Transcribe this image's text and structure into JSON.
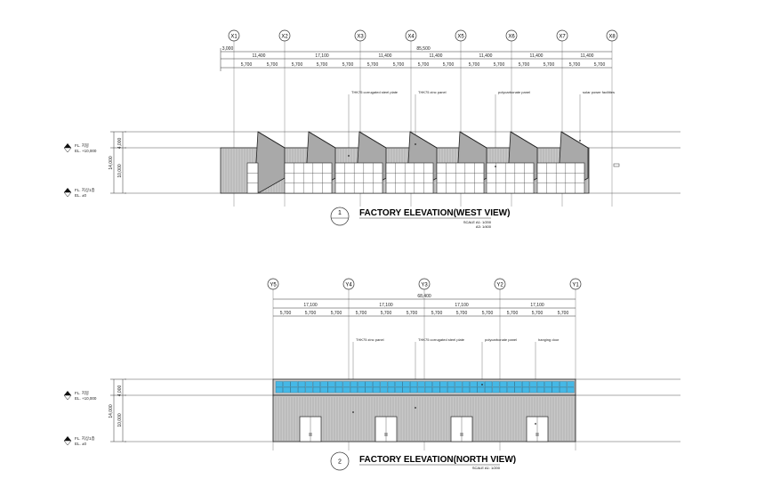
{
  "sheet": {
    "drawings": [
      {
        "number": "1",
        "title": "FACTORY ELEVATION(WEST VIEW)",
        "scale_lines": [
          "SCALE A1: 1/200",
          "A3: 1/400"
        ],
        "grid_labels": [
          "X1",
          "X2",
          "X3",
          "X4",
          "X5",
          "X6",
          "X7",
          "X8"
        ],
        "overall_dim": "85,500",
        "left_dim": "3,000",
        "mid_dims": [
          "11,400",
          "17,100",
          "11,400",
          "11,400",
          "11,400",
          "11,400",
          "11,400"
        ],
        "small_dim": "5,700",
        "notes": [
          "THK75 corrugated steel plate",
          "THK75 zinc panel",
          "polycarbonate panel",
          "solar power facilities"
        ],
        "levels": [
          {
            "name": "FL. 지붕",
            "el": "EL. +10,000"
          },
          {
            "name": "FL. 지상1층",
            "el": "EL. ±0"
          }
        ],
        "vertical_dims": [
          "4,000",
          "10,000",
          "14,000"
        ]
      },
      {
        "number": "2",
        "title": "FACTORY ELEVATION(NORTH VIEW)",
        "scale_lines": [
          "SCALE A1: 1/200"
        ],
        "grid_labels": [
          "Y5",
          "Y4",
          "Y3",
          "Y2",
          "Y1"
        ],
        "overall_dim": "68,400",
        "mid_dims": [
          "17,100",
          "17,100",
          "17,100",
          "17,100"
        ],
        "small_dim": "5,700",
        "notes": [
          "THK75 zinc panel",
          "THK75 corrugated steel plate",
          "polycarbonate panel",
          "hanging door"
        ],
        "levels": [
          {
            "name": "FL. 지붕",
            "el": "EL. +10,000"
          },
          {
            "name": "FL. 지상1층",
            "el": "EL. ±0"
          }
        ],
        "vertical_dims": [
          "4,000",
          "10,000",
          "14,000"
        ]
      }
    ]
  },
  "colors": {
    "line": "#333333",
    "wall_fill": "#c8c8c8",
    "glass_fill": "#45b8e6"
  }
}
